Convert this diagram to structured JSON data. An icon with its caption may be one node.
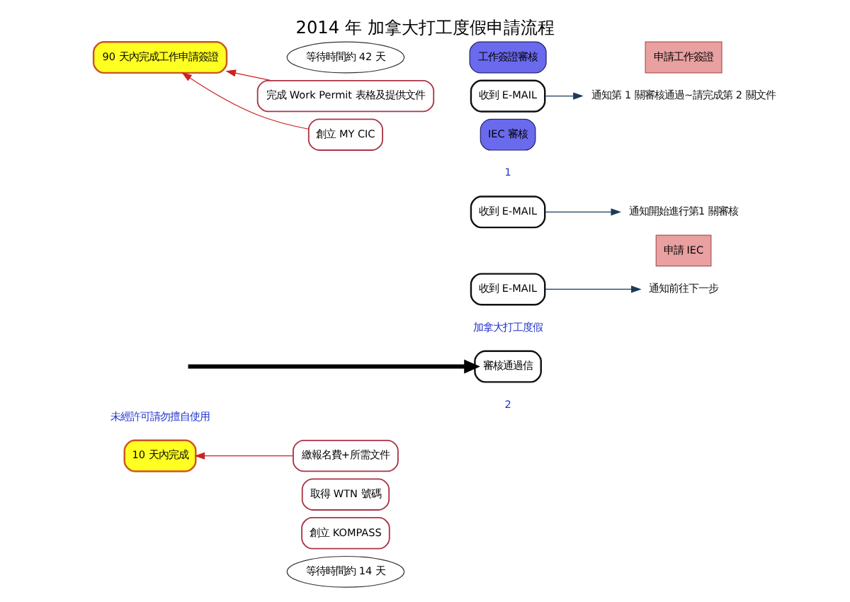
{
  "diagram": {
    "title": "2014 年 加拿大打工度假申請流程",
    "nodes": [
      {
        "text": [
          "90 天內完成工作申請簽證"
        ]
      },
      {
        "text": [
          "完成 Work Permit 表格及提供文件"
        ]
      },
      {
        "text": [
          "創立 MY CIC"
        ]
      },
      {
        "text": [
          "等待時間約 42 天"
        ]
      },
      {
        "text": [
          "工作簽證審核"
        ]
      },
      {
        "text": [
          "審核通過信"
        ]
      },
      {
        "text": [
          "申請工作簽證"
        ]
      },
      {
        "text": [
          "等待時間約 14 天"
        ]
      },
      {
        "text": [
          "IEC 審核"
        ]
      },
      {
        "text": [
          "收到 E-MAIL"
        ]
      },
      {
        "text": [
          "通知第 1 關審核通過~請完成第 2 關文件"
        ]
      },
      {
        "text": [
          "10 天內完成"
        ]
      },
      {
        "text": [
          "繳報名費+所需文件"
        ]
      },
      {
        "text": [
          "取得 WTN 號碼"
        ]
      },
      {
        "text": [
          "收到 E-MAIL"
        ]
      },
      {
        "text": [
          "通知開始進行第1 關審核"
        ]
      },
      {
        "text": [
          "申請 IEC"
        ]
      },
      {
        "text": [
          "創立 KOMPASS"
        ]
      },
      {
        "text": [
          "收到 E-MAIL"
        ]
      },
      {
        "text": [
          "通知前往下一步"
        ]
      }
    ],
    "edges": [
      {
        "from": 1,
        "to": 0,
        "arrow": "to",
        "color": "#cc2222"
      },
      {
        "from": 2,
        "to": 0,
        "arrow": "to",
        "color": "#cc2222"
      },
      {
        "from": 12,
        "to": 11,
        "arrow": "to",
        "color": "#cc2222"
      },
      {
        "from": 9,
        "to": 10,
        "arrow": "to",
        "color": "#1a3a5a"
      },
      {
        "from": 14,
        "to": 15,
        "arrow": "to",
        "color": "#1a3a5a"
      },
      {
        "from": 18,
        "to": 19,
        "arrow": "to",
        "color": "#1a3a5a"
      },
      {
        "from": null,
        "to": 5,
        "arrow": "to",
        "style": "thick",
        "color": "#000000"
      }
    ],
    "labels": [
      "未經許可請勿擅自使用",
      "2",
      "1",
      "加拿大打工度假"
    ]
  }
}
